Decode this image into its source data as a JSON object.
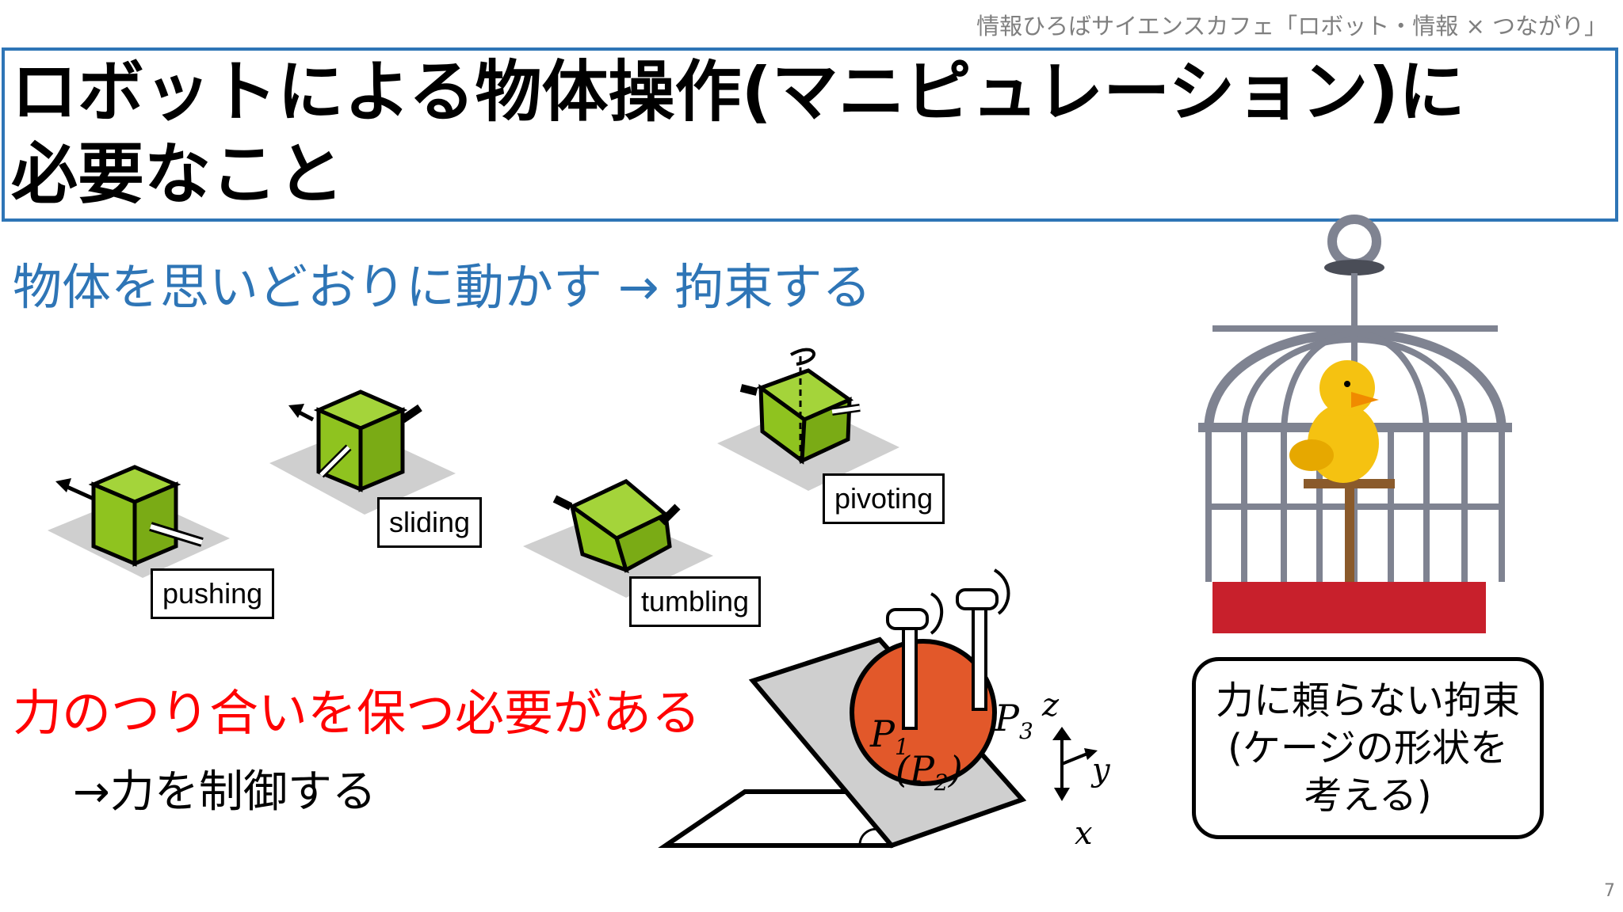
{
  "slide": {
    "header_note": "情報ひろばサイエンスカフェ「ロボット・情報 × つながり」",
    "title_line1": "ロボットによる物体操作(マニピュレーション)に",
    "title_line2": "必要なこと",
    "subtitle": "物体を思いどおりに動かす → 拘束する",
    "force_balance": "力のつり合いを保つ必要がある",
    "control_force": "→力を制御する",
    "cage_note": [
      "力に頼らない拘束",
      "(ケージの形状を",
      "考える)"
    ],
    "page_number": "7"
  },
  "manipulation_labels": {
    "pushing": "pushing",
    "sliding": "sliding",
    "tumbling": "tumbling",
    "pivoting": "pivoting"
  },
  "diagram": {
    "p1": "P",
    "p1_sub": "1",
    "p2": "(P",
    "p2_sub": "2",
    "p2_close": ")",
    "p3": "P",
    "p3_sub": "3",
    "axis_x": "x",
    "axis_y": "y",
    "axis_z": "z"
  },
  "colors": {
    "accent_blue": "#2e75b6",
    "alert_red": "#ff0000",
    "cube_green": "#8fc31f",
    "ball_orange": "#e2582a",
    "cage_gray": "#7f8391",
    "bird_yellow": "#f5c211",
    "cage_base_red": "#c8202c"
  }
}
